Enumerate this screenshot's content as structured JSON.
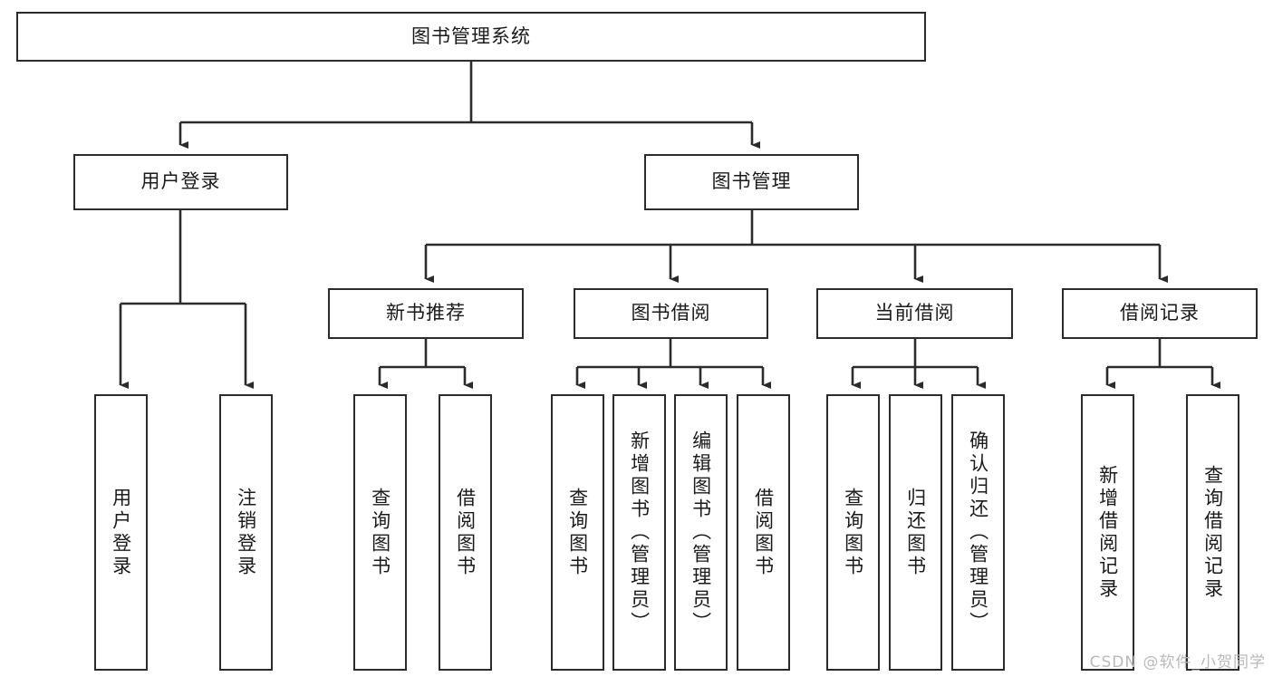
{
  "diagram": {
    "title": "图书管理系统",
    "root": {
      "label": "图书管理系统"
    },
    "level2": [
      {
        "label": "用户登录"
      },
      {
        "label": "图书管理"
      }
    ],
    "level3": [
      {
        "label": "新书推荐"
      },
      {
        "label": "图书借阅"
      },
      {
        "label": "当前借阅"
      },
      {
        "label": "借阅记录"
      }
    ],
    "leaves": {
      "user_login": [
        {
          "label": "用户登录"
        },
        {
          "label": "注销登录"
        }
      ],
      "new_book": [
        {
          "label": "查询图书"
        },
        {
          "label": "借阅图书"
        }
      ],
      "book_borrow": [
        {
          "label": "查询图书"
        },
        {
          "label": "新增图书（管理员）"
        },
        {
          "label": "编辑图书（管理员）"
        },
        {
          "label": "借阅图书"
        }
      ],
      "current_borrow": [
        {
          "label": "查询图书"
        },
        {
          "label": "归还图书"
        },
        {
          "label": "确认归还（管理员）"
        }
      ],
      "borrow_record": [
        {
          "label": "新增借阅记录"
        },
        {
          "label": "查询借阅记录"
        }
      ]
    }
  },
  "watermark": {
    "text": "CSDN @软件_小贺同学"
  },
  "colors": {
    "box_border": "#2b2b2b",
    "box_fill": "#ffffff",
    "edge": "#2b2b2b",
    "text": "#1a1a1a",
    "watermark": "#b9b9b9"
  }
}
